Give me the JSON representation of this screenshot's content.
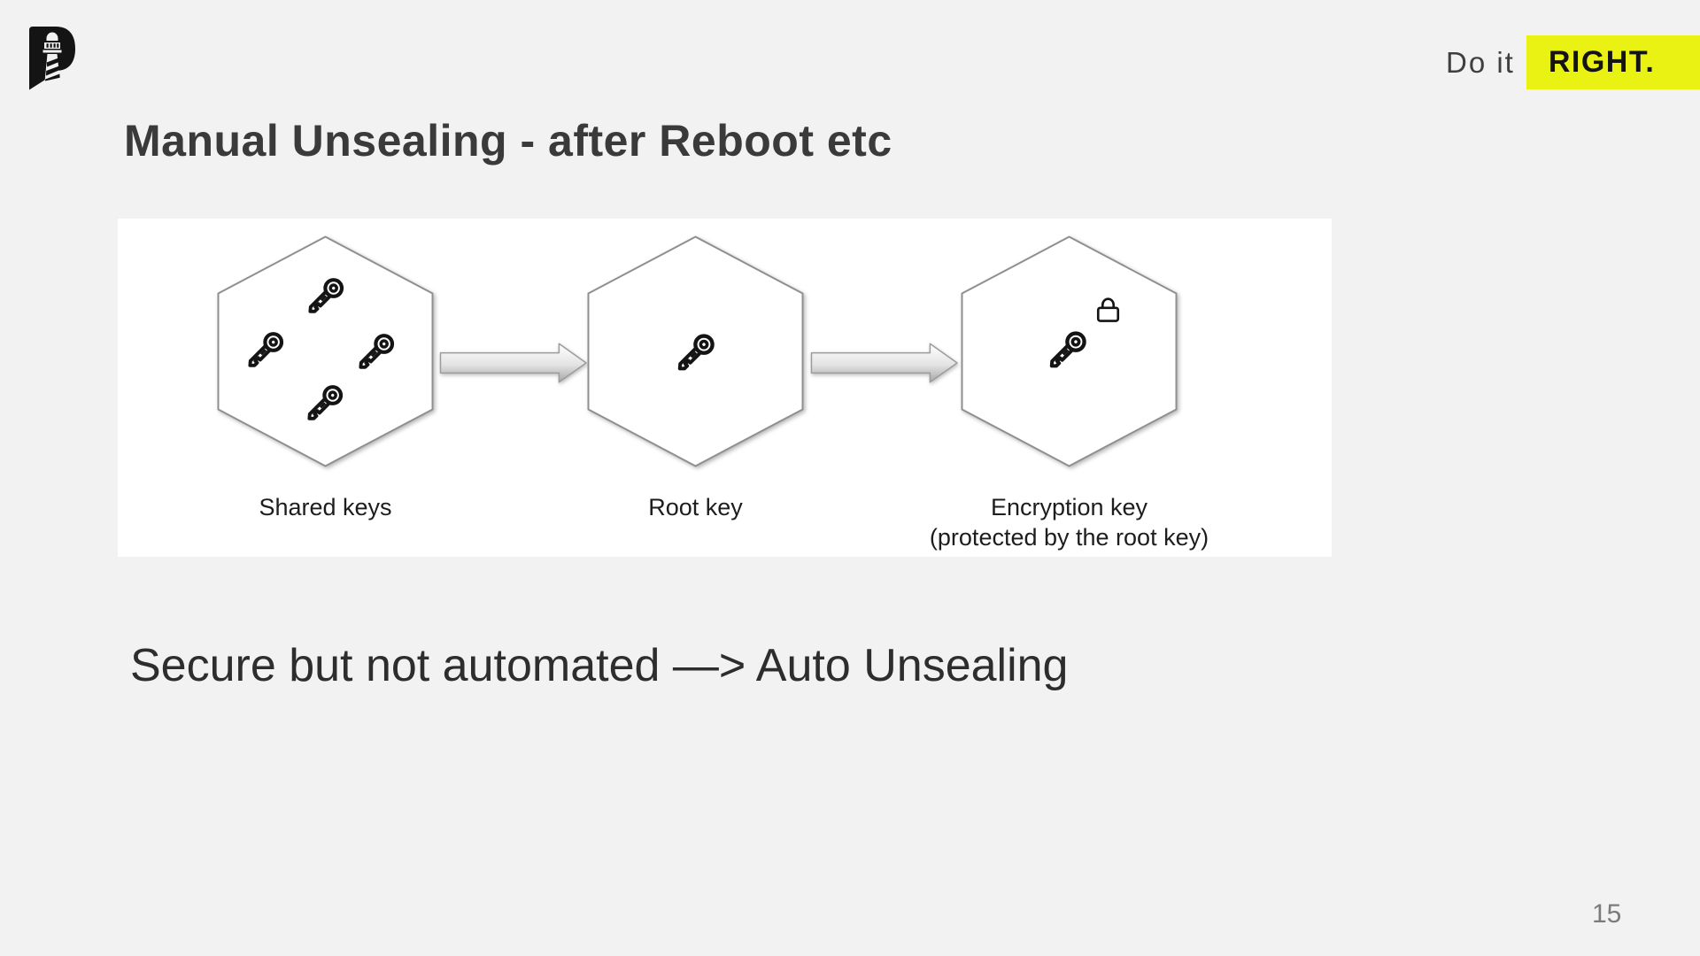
{
  "colors": {
    "background": "#f1f2f1",
    "highlight": "#e9f213",
    "title_text": "#3a3a3a",
    "statement_text": "#2d2d2d",
    "page_number_text": "#7b7b7b"
  },
  "header": {
    "tagline_prefix": "Do it",
    "tagline_highlight": "RIGHT.",
    "logo_icon": "lighthouse-p-logo"
  },
  "title": "Manual Unsealing - after Reboot etc",
  "diagram": {
    "nodes": [
      {
        "label": "Shared keys",
        "sublabel": "",
        "icon": "shared-keys-hexagon",
        "key_count": 4
      },
      {
        "label": "Root key",
        "sublabel": "",
        "icon": "root-key-hexagon",
        "key_count": 1
      },
      {
        "label": "Encryption key",
        "sublabel": "(protected by the root key)",
        "icon": "encryption-key-hexagon",
        "key_count": 1
      }
    ],
    "arrow_icon": "right-arrow",
    "flow": "Shared keys -> Root key -> Encryption key"
  },
  "statement": "Secure but not automated —> Auto Unsealing",
  "page_number": "15"
}
